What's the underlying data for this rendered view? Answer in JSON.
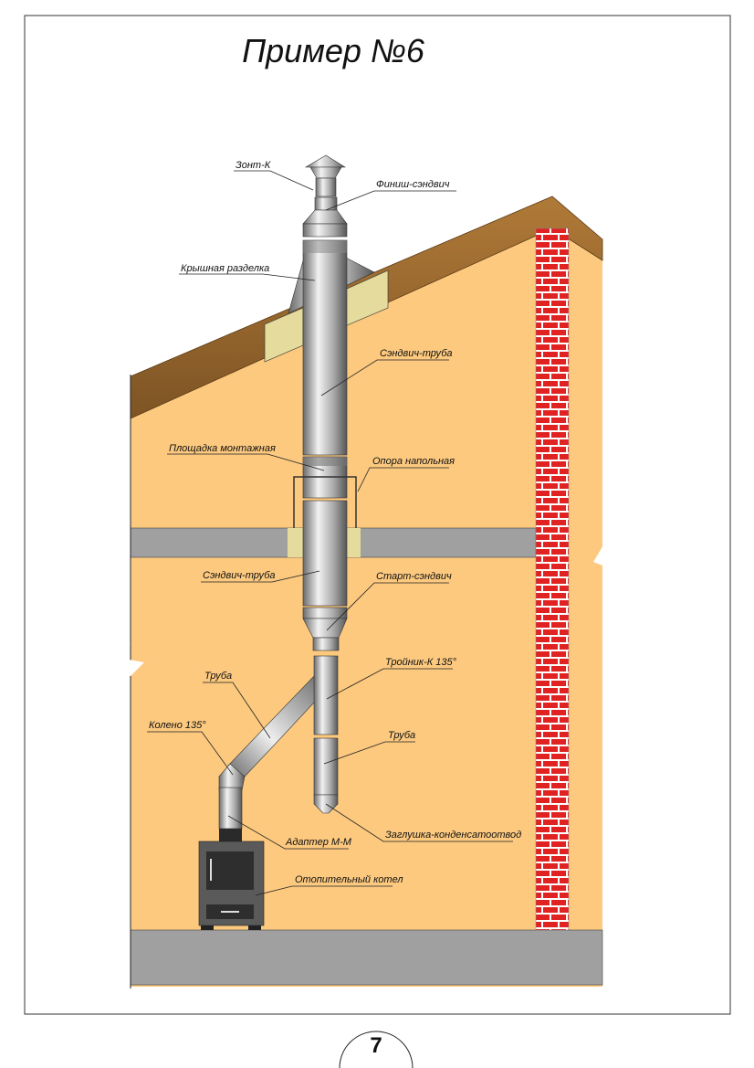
{
  "title": "Пример №6",
  "page_number": "7",
  "colors": {
    "wall": "#FCC97F",
    "roof": "#9A6A2E",
    "slab": "#A0A0A0",
    "brick": "#E02222",
    "insulation": "#E4DB9C",
    "pipe": "#B8B8B8",
    "boiler": "#5A5A5A"
  },
  "labels": {
    "umbrella": "Зонт-К",
    "finish_sandwich": "Финиш-сэндвич",
    "roof_passage": "Крышная разделка",
    "sandwich_pipe_upper": "Сэндвич-труба",
    "mounting_platform": "Площадка монтажная",
    "floor_support": "Опора напольная",
    "sandwich_pipe_lower": "Сэндвич-труба",
    "start_sandwich": "Старт-сэндвич",
    "tee": "Тройник-К 135°",
    "pipe_right": "Труба",
    "pipe_diagonal": "Труба",
    "elbow": "Колено 135°",
    "adapter": "Адаптер М-М",
    "condensate_cap": "Заглушка-конденсатоотвод",
    "boiler": "Отопительный котел"
  }
}
